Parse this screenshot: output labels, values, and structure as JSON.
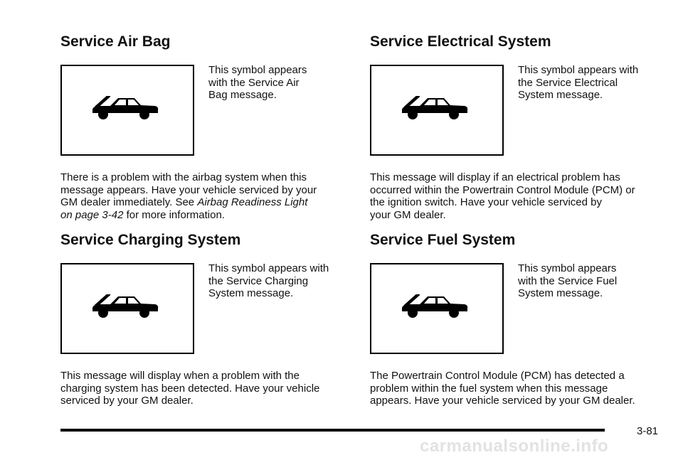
{
  "page": {
    "number": "3-81",
    "watermark": "carmanualsonline.info"
  },
  "sections": {
    "air_bag": {
      "title": "Service Air Bag",
      "caption": "This symbol appears\nwith the Service Air\nBag message.",
      "body_before": "There is a problem with the airbag system when this\nmessage appears. Have your vehicle serviced by your\nGM dealer immediately. See ",
      "body_ref": "Airbag Readiness Light\non page 3-42",
      "body_after": " for more information."
    },
    "charging": {
      "title": "Service Charging System",
      "caption": "This symbol appears with\nthe Service Charging\nSystem message.",
      "body": "This message will display when a problem with the\ncharging system has been detected. Have your vehicle\nserviced by your GM dealer."
    },
    "electrical": {
      "title": "Service Electrical System",
      "caption": "This symbol appears with\nthe Service Electrical\nSystem message.",
      "body": "This message will display if an electrical problem has\noccurred within the Powertrain Control Module (PCM) or\nthe ignition switch. Have your vehicle serviced by\nyour GM dealer."
    },
    "fuel": {
      "title": "Service Fuel System",
      "caption": "This symbol appears\nwith the Service Fuel\nSystem message.",
      "body": "The Powertrain Control Module (PCM) has detected a\nproblem within the fuel system when this message\nappears. Have your vehicle serviced by your GM dealer."
    }
  },
  "icons": {
    "symbol": "car-open-hood-icon"
  }
}
